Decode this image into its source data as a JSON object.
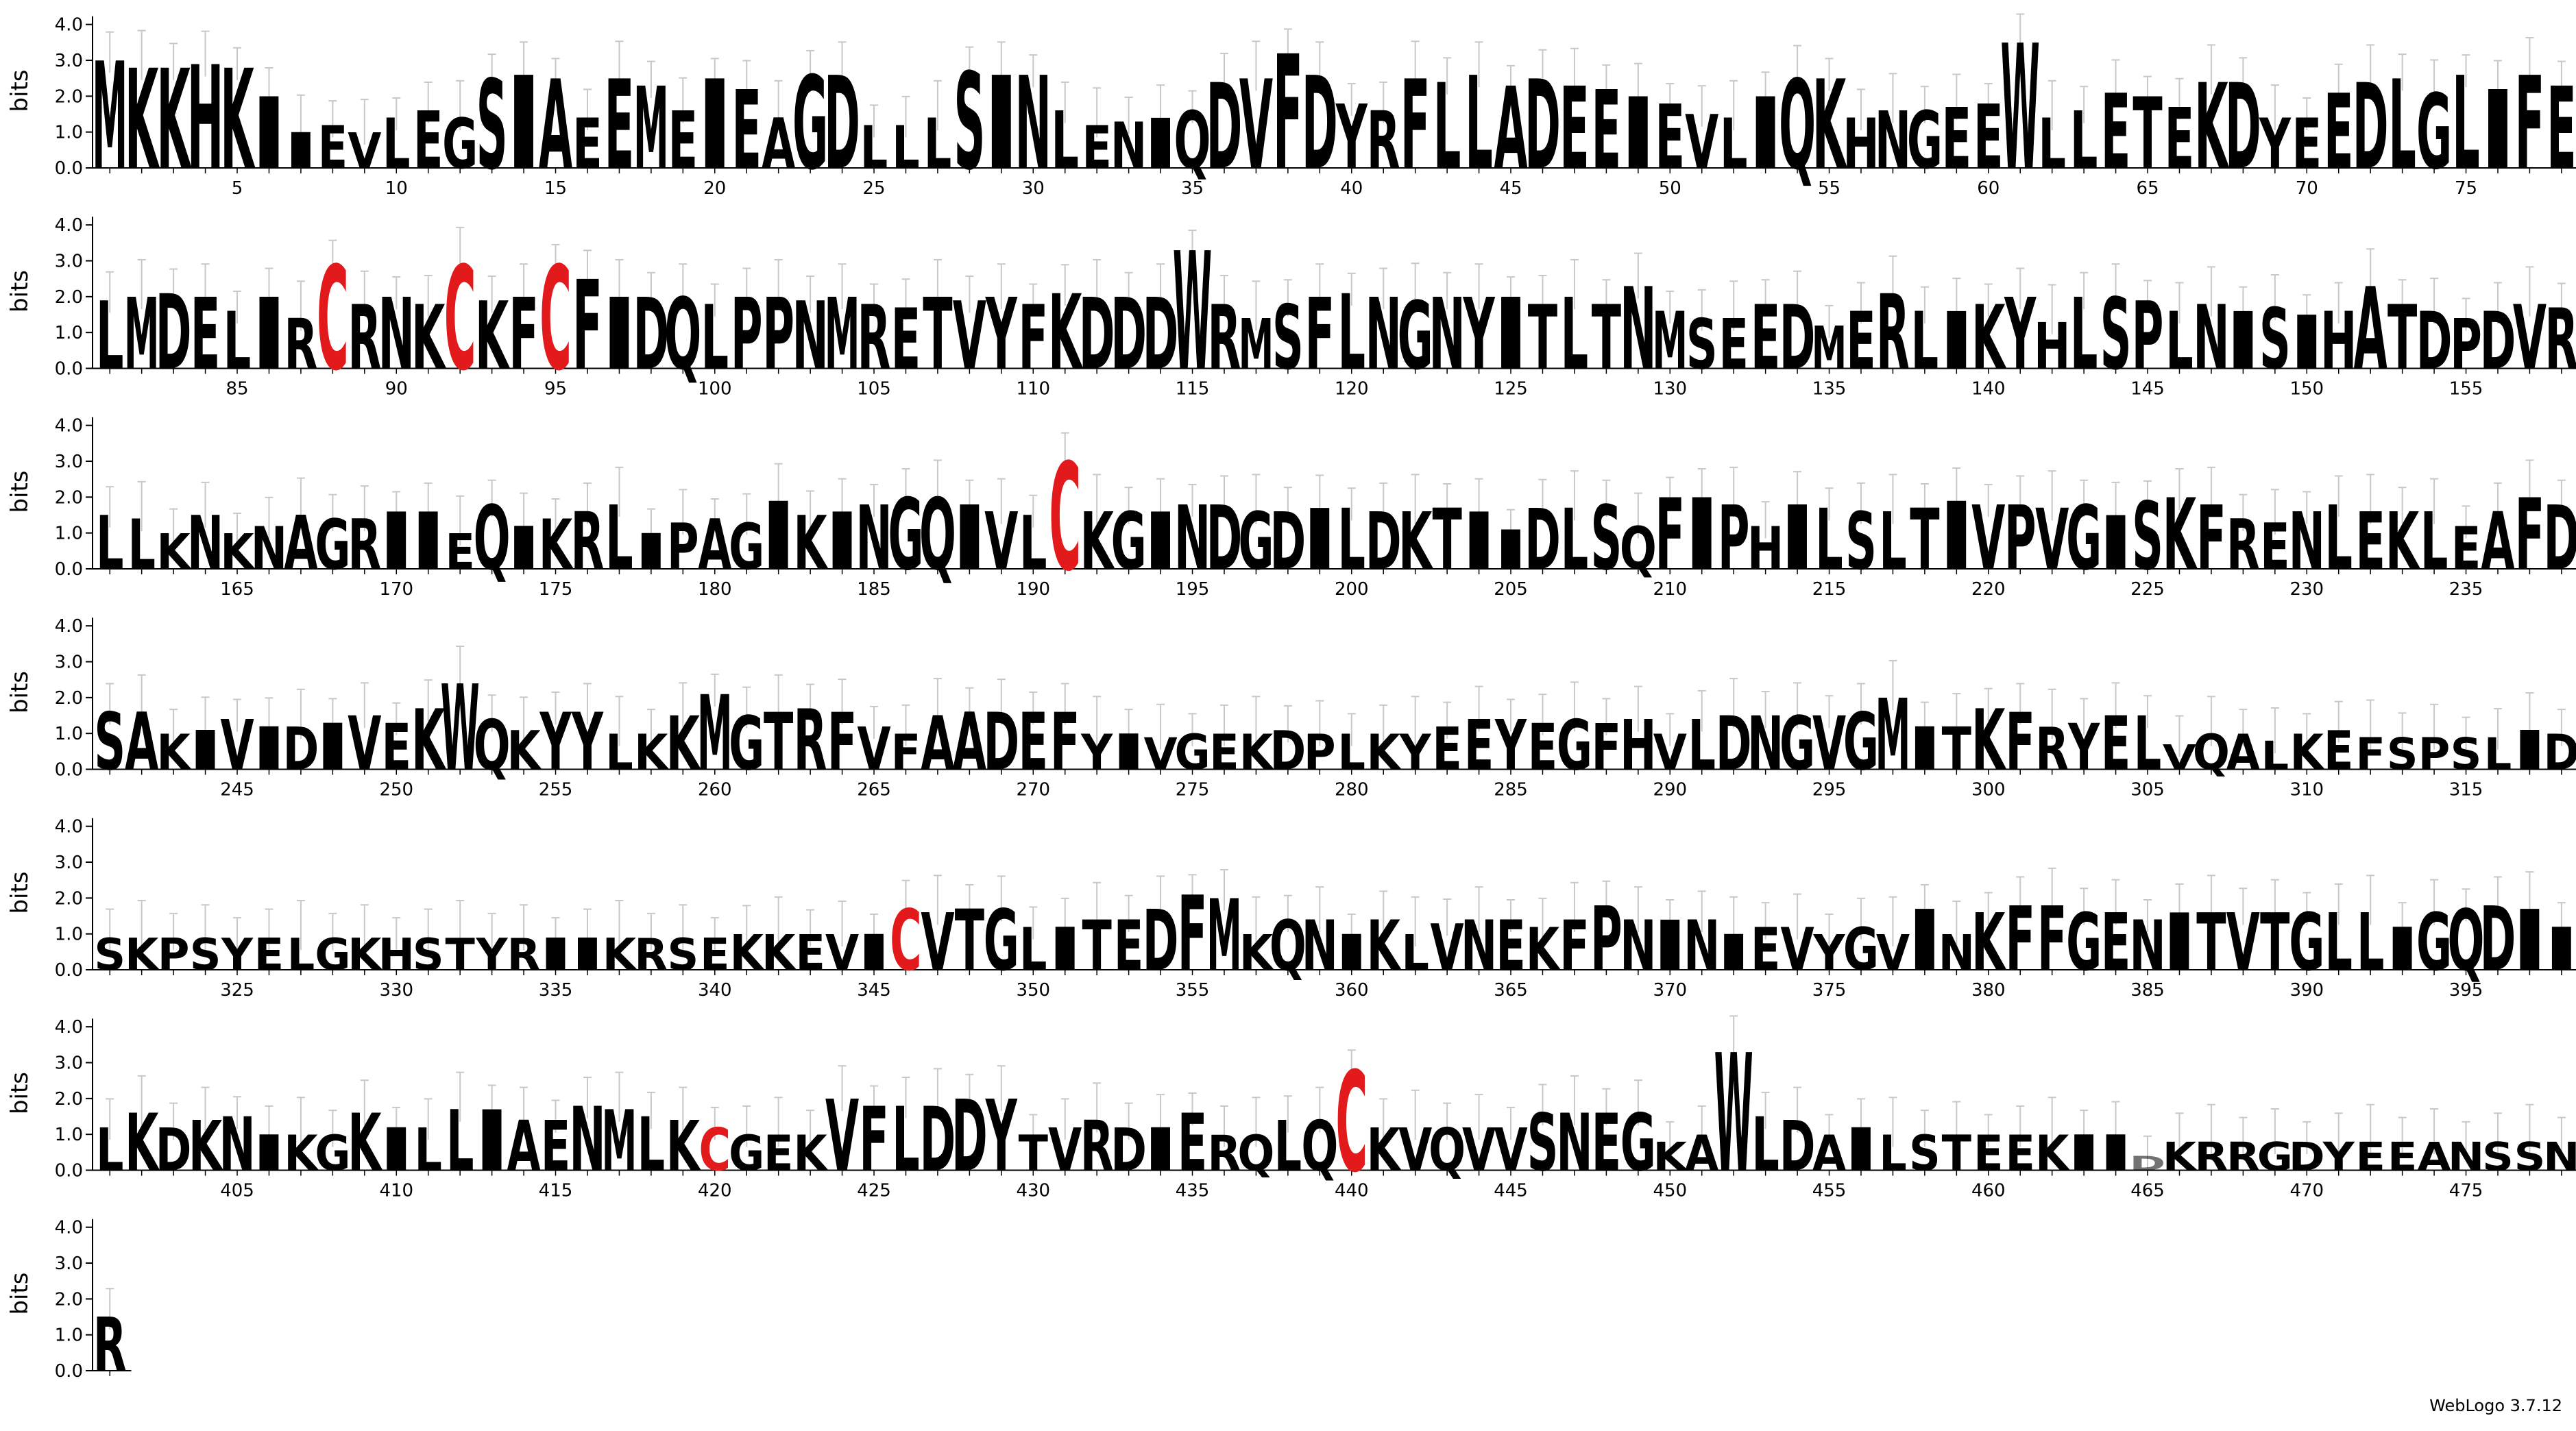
{
  "chart_data": {
    "type": "sequence-logo",
    "ylabel": "bits",
    "ylim": [
      0,
      4.3
    ],
    "yticks": [
      "0.0",
      "1.0",
      "2.0",
      "3.0",
      "4.0"
    ],
    "tick_step": 5,
    "rows": [
      {
        "start": 1,
        "sequence": "MKKHKIIEVLEGSIAEEMEIEAGDLLLSINLENIQDVFDYRFLLADEEIEVLIQKHNGEEWLLETEKDYEEDLGLIFETE"
      },
      {
        "start": 81,
        "sequence": "LMDELIRCRNKCKFCFIDQLPPNMRETVYFKDDDWRMSFLNGNYITLTNMSEEDMERLIKYHLSPLNISIHATDPDVRKE"
      },
      {
        "start": 161,
        "sequence": "LLKNKNAGRIIEQIKRLIPAGIKINGQIVLCKGINDGDILDKTIIDLSQFIPHILSLTIVPVGISKFRENLEKLEAFDKE"
      },
      {
        "start": 241,
        "sequence": "SAKIVIDIVEKWQKYYLKKMGTRFVFAADEFYIVGEKDPLKYEEYEGFHVLDNGVGMITKFRYELVQALKEFSPSLIDEK"
      },
      {
        "start": 321,
        "sequence": "SKPSYELGKHSTYRIIKRSEKKEVICVTGLITEDFMKQNIKLVNEKFPNINIEVYGVINKFFGENITVTGLLIGQDIIAQ"
      },
      {
        "start": 401,
        "sequence": "LKDKNIKGKILLIAENMLKCGEKVFLDDYTVRDIERQLQCKVQVVSNEGKAWLDAILSTEEKIIDKRRGDYEEANSSNN"
      },
      {
        "start": 481,
        "sequence": "R"
      }
    ],
    "heights": [
      {
        "start": 1,
        "values": [
          3.0,
          2.8,
          2.8,
          2.9,
          2.8,
          2.0,
          1.0,
          1.2,
          1.0,
          1.4,
          1.6,
          1.4,
          2.5,
          2.6,
          2.5,
          1.4,
          2.5,
          2.3,
          1.6,
          2.5,
          2.2,
          1.4,
          2.6,
          2.6,
          1.2,
          1.2,
          1.4,
          2.7,
          2.6,
          2.6,
          1.6,
          1.2,
          1.3,
          1.4,
          1.6,
          2.4,
          2.5,
          3.2,
          2.6,
          1.8,
          1.6,
          2.5,
          2.4,
          2.6,
          2.3,
          2.5,
          2.3,
          2.2,
          2.0,
          1.8,
          1.5,
          1.4,
          2.0,
          2.5,
          2.5,
          1.4,
          1.6,
          1.6,
          1.7,
          1.8,
          3.5,
          1.4,
          1.6,
          2.1,
          2.0,
          1.7,
          2.4,
          2.4,
          1.4,
          1.4,
          2.1,
          2.4,
          2.5,
          2.1,
          2.6,
          2.2,
          2.6,
          2.3,
          2.4,
          2.4
        ]
      },
      {
        "start": 81,
        "values": [
          1.9,
          2.0,
          2.1,
          2.0,
          1.6,
          2.0,
          1.4,
          2.9,
          1.8,
          2.0,
          1.8,
          2.9,
          1.9,
          2.0,
          2.9,
          2.5,
          2.0,
          2.0,
          2.0,
          1.8,
          2.0,
          2.0,
          1.9,
          2.0,
          1.8,
          1.7,
          2.0,
          1.9,
          2.0,
          1.8,
          2.1,
          2.0,
          2.0,
          2.0,
          3.3,
          1.8,
          1.4,
          1.8,
          2.0,
          2.1,
          2.0,
          1.9,
          2.0,
          2.0,
          2.0,
          1.8,
          2.0,
          1.8,
          2.3,
          1.6,
          1.4,
          1.4,
          1.8,
          1.8,
          1.2,
          1.6,
          2.1,
          1.6,
          1.6,
          1.8,
          2.0,
          1.3,
          2.0,
          2.0,
          1.9,
          1.6,
          1.8,
          1.6,
          1.7,
          1.5,
          1.6,
          2.3,
          1.8,
          1.6,
          1.4,
          1.6,
          1.8,
          1.7,
          1.8,
          1.8
        ]
      },
      {
        "start": 161,
        "values": [
          1.5,
          1.4,
          1.0,
          1.5,
          1.0,
          1.2,
          1.5,
          1.4,
          1.4,
          1.6,
          1.6,
          1.0,
          1.8,
          1.2,
          1.4,
          1.6,
          1.8,
          1.0,
          1.3,
          1.4,
          1.3,
          1.9,
          1.5,
          1.6,
          1.8,
          2.0,
          2.0,
          1.8,
          1.6,
          1.5,
          3.0,
          1.6,
          1.6,
          1.6,
          1.8,
          1.8,
          1.6,
          1.6,
          1.7,
          1.7,
          1.6,
          1.6,
          1.7,
          1.6,
          1.1,
          1.7,
          1.7,
          1.8,
          1.2,
          2.0,
          2.0,
          1.8,
          1.2,
          1.8,
          1.7,
          1.6,
          1.6,
          1.7,
          1.9,
          1.8,
          1.8,
          1.7,
          1.8,
          1.5,
          1.9,
          2.0,
          1.8,
          1.4,
          1.3,
          1.6,
          1.8,
          1.6,
          1.6,
          1.6,
          1.2,
          1.6,
          2.0,
          1.8,
          1.7,
          1.6
        ]
      },
      {
        "start": 241,
        "values": [
          1.6,
          1.6,
          1.0,
          1.1,
          1.4,
          1.2,
          1.2,
          1.3,
          1.5,
          1.3,
          1.7,
          2.4,
          1.4,
          1.1,
          1.6,
          1.6,
          1.0,
          1.0,
          1.5,
          2.1,
          1.5,
          1.6,
          1.7,
          1.6,
          1.2,
          1.0,
          1.5,
          1.6,
          1.6,
          1.6,
          1.6,
          1.0,
          1.0,
          0.9,
          1.0,
          1.0,
          1.0,
          1.1,
          1.0,
          1.0,
          1.0,
          1.0,
          1.2,
          1.4,
          1.4,
          1.3,
          1.4,
          1.3,
          1.4,
          1.0,
          1.4,
          1.5,
          1.5,
          1.5,
          1.5,
          1.6,
          2.0,
          1.2,
          1.2,
          1.7,
          1.6,
          1.2,
          1.3,
          1.5,
          1.5,
          0.7,
          1.0,
          1.0,
          0.8,
          1.0,
          1.1,
          0.9,
          0.9,
          0.9,
          0.9,
          0.9,
          1.1,
          1.0,
          0.9,
          0.9
        ]
      },
      {
        "start": 321,
        "values": [
          0.9,
          0.9,
          0.9,
          0.9,
          0.9,
          0.9,
          0.9,
          0.9,
          0.9,
          0.9,
          0.9,
          0.9,
          0.9,
          0.9,
          0.9,
          0.9,
          0.9,
          0.9,
          0.9,
          0.9,
          1.0,
          1.0,
          1.0,
          1.0,
          1.0,
          1.7,
          1.6,
          1.7,
          1.7,
          1.2,
          1.2,
          1.4,
          1.4,
          1.7,
          2.1,
          2.0,
          1.0,
          1.4,
          1.4,
          1.0,
          1.4,
          1.0,
          1.3,
          1.4,
          1.4,
          1.2,
          1.4,
          1.8,
          1.4,
          1.4,
          1.4,
          1.0,
          1.2,
          1.2,
          1.0,
          1.2,
          1.0,
          1.7,
          1.0,
          1.6,
          1.8,
          1.8,
          1.6,
          1.6,
          1.4,
          1.6,
          1.6,
          1.6,
          1.6,
          1.6,
          1.6,
          1.6,
          1.2,
          1.6,
          1.7,
          1.8,
          1.7,
          1.2,
          1.0,
          1.2
        ]
      },
      {
        "start": 401,
        "values": [
          1.2,
          1.6,
          1.2,
          1.4,
          1.5,
          1.0,
          1.0,
          1.0,
          1.6,
          1.2,
          1.2,
          1.7,
          1.7,
          1.4,
          1.4,
          1.8,
          1.7,
          1.5,
          1.4,
          1.2,
          1.0,
          1.0,
          1.0,
          2.0,
          1.8,
          1.8,
          1.8,
          2.0,
          2.0,
          1.0,
          1.2,
          1.4,
          1.2,
          1.2,
          1.6,
          1.0,
          1.0,
          1.4,
          1.4,
          2.8,
          1.2,
          1.2,
          1.2,
          1.2,
          1.2,
          1.6,
          1.6,
          1.6,
          1.6,
          0.8,
          1.0,
          3.3,
          1.5,
          1.4,
          1.0,
          1.2,
          1.0,
          1.0,
          1.0,
          1.0,
          1.0,
          1.0,
          1.0,
          1.0,
          0.4,
          0.8,
          0.8,
          0.8,
          0.8,
          0.8,
          0.8,
          0.8,
          0.8,
          0.8,
          0.8,
          0.8,
          0.8,
          0.8,
          0.8,
          0.8
        ]
      },
      {
        "start": 481,
        "values": [
          1.5
        ]
      }
    ],
    "highlight_residue": "C",
    "colors": {
      "default": "#000000",
      "highlight": "#e31a1c",
      "errorbar": "#c8c8c8",
      "axis": "#000000"
    },
    "credit": "WebLogo 3.7.12"
  }
}
